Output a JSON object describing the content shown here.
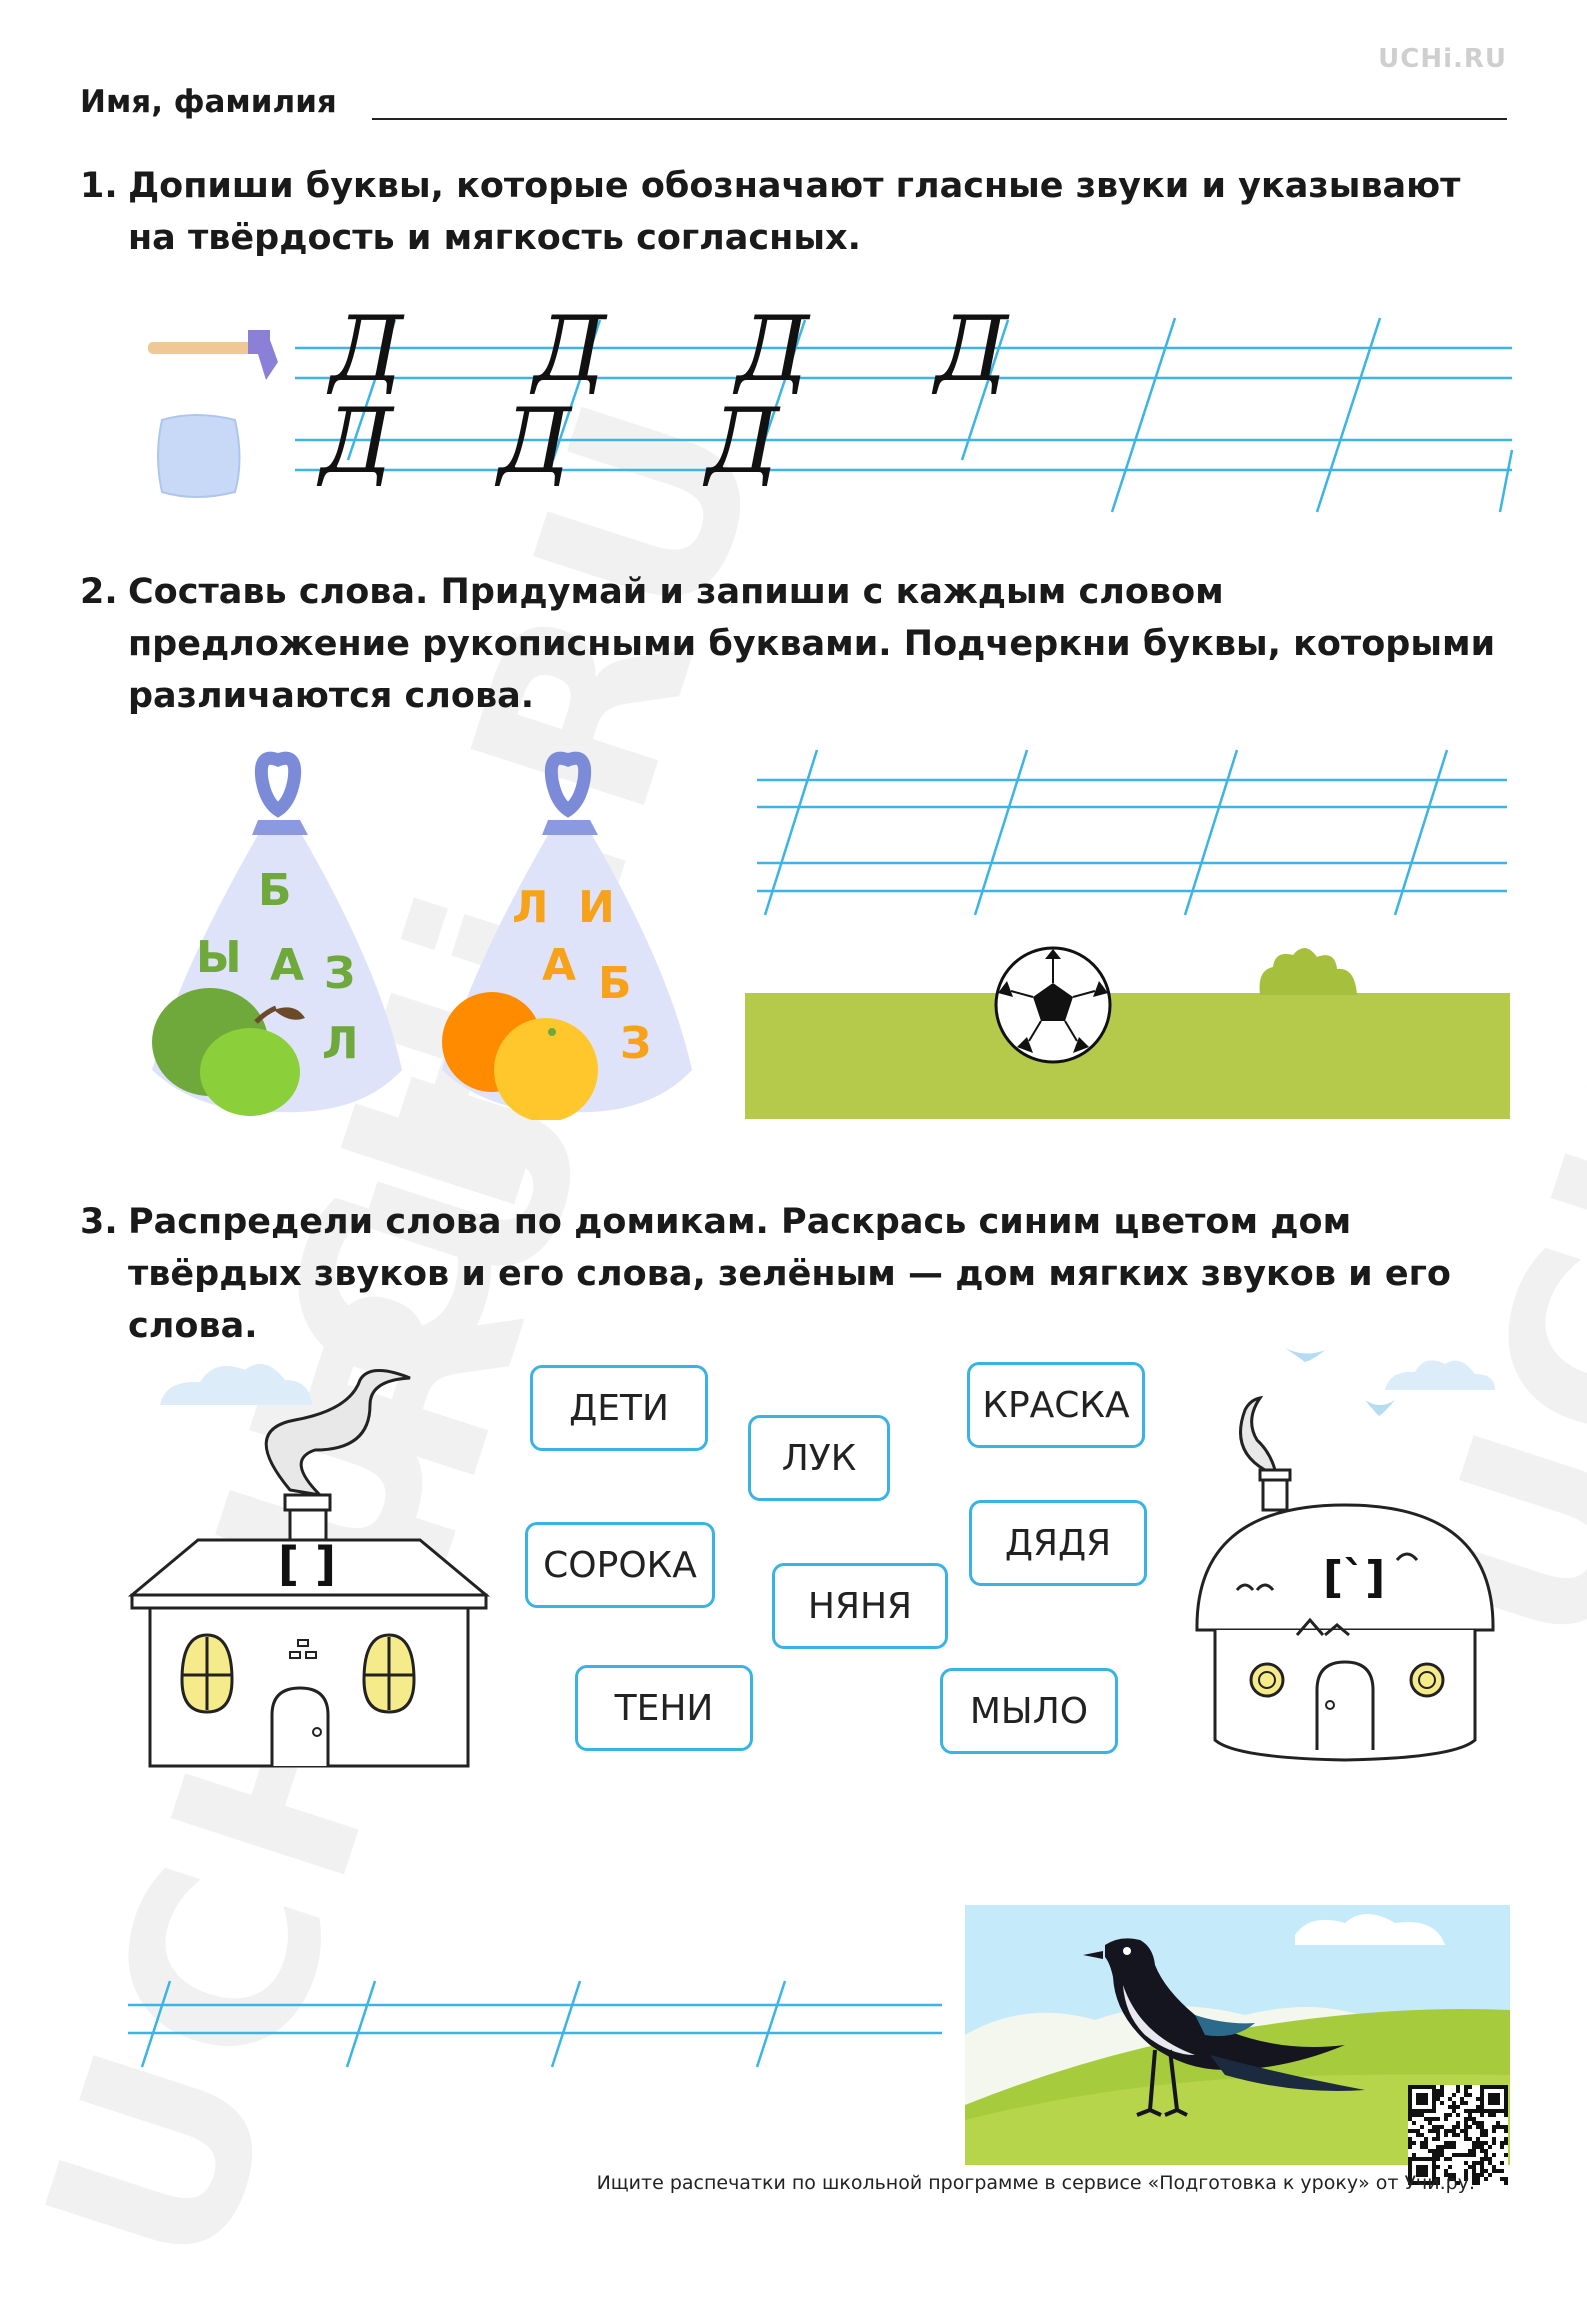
{
  "brand": "UCHi.RU",
  "watermark_text": "UCHi.RU",
  "header": {
    "name_label": "Имя, фамилия"
  },
  "tasks": [
    {
      "num": "1.",
      "text": "Допиши буквы, которые обозначают гласные звуки и указывают на твёрдость и мягкость согласных."
    },
    {
      "num": "2.",
      "text": "Составь слова. Придумай и запиши с каждым словом предложение рукописными буквами. Подчеркни буквы, которыми различаются слова."
    },
    {
      "num": "3.",
      "text": "Распредели слова по домикам. Раскрась синим цветом дом твёрдых звуков и его слова, зелёным — дом мягких звуков и его слова."
    }
  ],
  "task1": {
    "row1_letters": [
      "Д",
      "Д",
      "Д",
      "Д"
    ],
    "row2_letters": [
      "Д",
      "Д",
      "Д"
    ]
  },
  "task2": {
    "bag1_letters": [
      "Б",
      "Ы",
      "А",
      "З",
      "Л"
    ],
    "bag2_letters": [
      "Л",
      "И",
      "А",
      "Б",
      "З"
    ]
  },
  "task3": {
    "hard_house_label": "[ ]",
    "soft_house_label": "[`]",
    "words": [
      "ДЕТИ",
      "ЛУК",
      "КРАСКА",
      "СОРОКА",
      "НЯНЯ",
      "ДЯДЯ",
      "ТЕНИ",
      "МЫЛО"
    ]
  },
  "colors": {
    "line_blue": "#3cb4e6",
    "grass": "#b5c94a",
    "bag": "#dfe3fa",
    "box_border": "#39b3e4"
  },
  "footer": {
    "text": "Ищите распечатки по школьной программе в сервисе «Подготовка к уроку» от Учи.ру."
  }
}
